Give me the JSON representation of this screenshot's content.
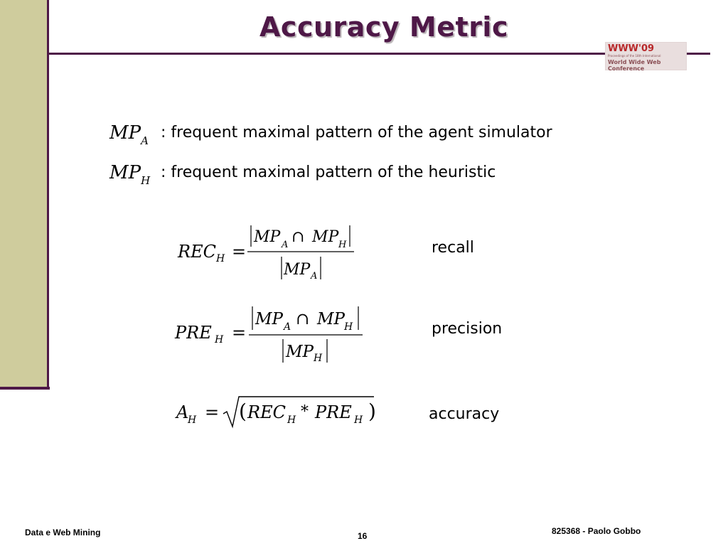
{
  "slide": {
    "title": "Accuracy Metric"
  },
  "logo": {
    "title": "WWW'09",
    "proceedings": "Proceedings of the 18th International",
    "conference": "World Wide Web Conference"
  },
  "definitions": [
    {
      "symbol": "MP",
      "subscript": "A",
      "text": ": frequent maximal pattern of the agent simulator"
    },
    {
      "symbol": "MP",
      "subscript": "H",
      "text": ": frequent maximal pattern of the heuristic"
    }
  ],
  "formulas": {
    "recall": {
      "lhs": "REC",
      "lhs_sub": "H",
      "equals": "=",
      "num_a": "MP",
      "num_a_sub": "A",
      "cap": "∩",
      "num_b": "MP",
      "num_b_sub": "H",
      "den": "MP",
      "den_sub": "A",
      "label": "recall"
    },
    "precision": {
      "lhs": "PRE",
      "lhs_sub": "H",
      "equals": "=",
      "num_a": "MP",
      "num_a_sub": "A",
      "cap": "∩",
      "num_b": "MP",
      "num_b_sub": "H",
      "den": "MP",
      "den_sub": "H",
      "label": "precision"
    },
    "accuracy": {
      "lhs": "A",
      "lhs_sub": "H",
      "equals": "=",
      "rec": "REC",
      "rec_sub": "H",
      "star": "*",
      "pre": "PRE",
      "pre_sub": "H",
      "label": "accuracy"
    }
  },
  "footer": {
    "left": "Data e Web Mining",
    "page": "16",
    "right": "825368 - Paolo Gobbo"
  }
}
